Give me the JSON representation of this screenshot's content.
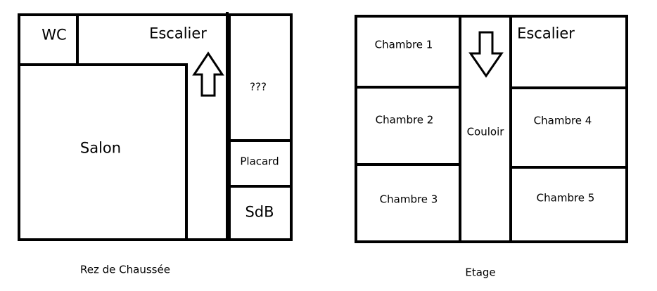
{
  "ground_floor": {
    "caption": "Rez de Chaussée",
    "rooms": {
      "wc": "WC",
      "stairs": "Escalier",
      "unknown": "???",
      "living_room": "Salon",
      "closet": "Placard",
      "bathroom": "SdB"
    },
    "stairs_direction": "up"
  },
  "upper_floor": {
    "caption": "Etage",
    "rooms": {
      "bedroom_1": "Chambre 1",
      "stairs": "Escalier",
      "bedroom_2": "Chambre 2",
      "corridor": "Couloir",
      "bedroom_4": "Chambre 4",
      "bedroom_3": "Chambre 3",
      "bedroom_5": "Chambre 5"
    },
    "stairs_direction": "down"
  },
  "colors": {
    "wall": "#000000",
    "background": "#ffffff"
  }
}
